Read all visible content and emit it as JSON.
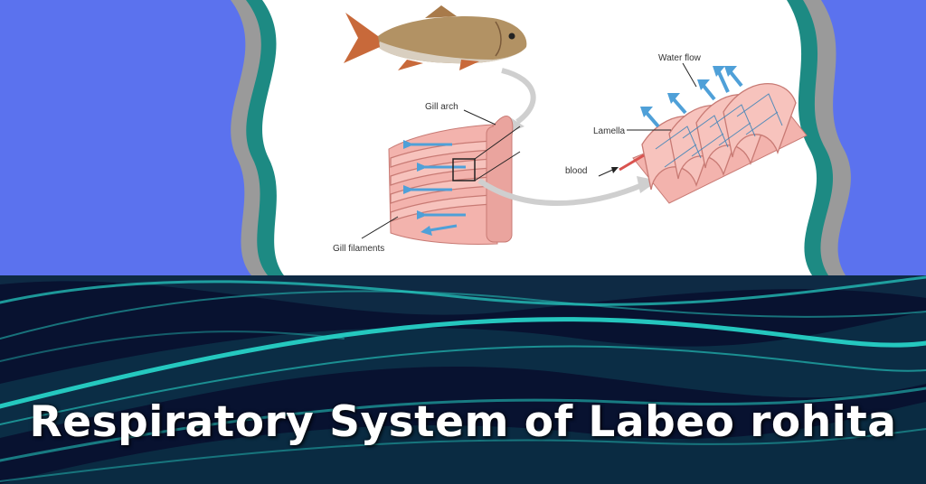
{
  "title": "Respiratory System of Labeo rohita",
  "diagram": {
    "labels": {
      "gill_arch": "Gill arch",
      "lamella": "Lamella",
      "water_flow": "Water flow",
      "blood": "blood",
      "gill_filaments": "Gill filaments"
    }
  },
  "colors": {
    "background_blue": "#5b72ee",
    "panel_white": "#ffffff",
    "border_teal": "#1d8a83",
    "border_gray": "#9a9a9a",
    "wave_dark": "#081230",
    "wave_cyan": "#27d1c6",
    "water_arrow": "#4fa0d8",
    "tissue_pink": "#f3b3ad"
  }
}
